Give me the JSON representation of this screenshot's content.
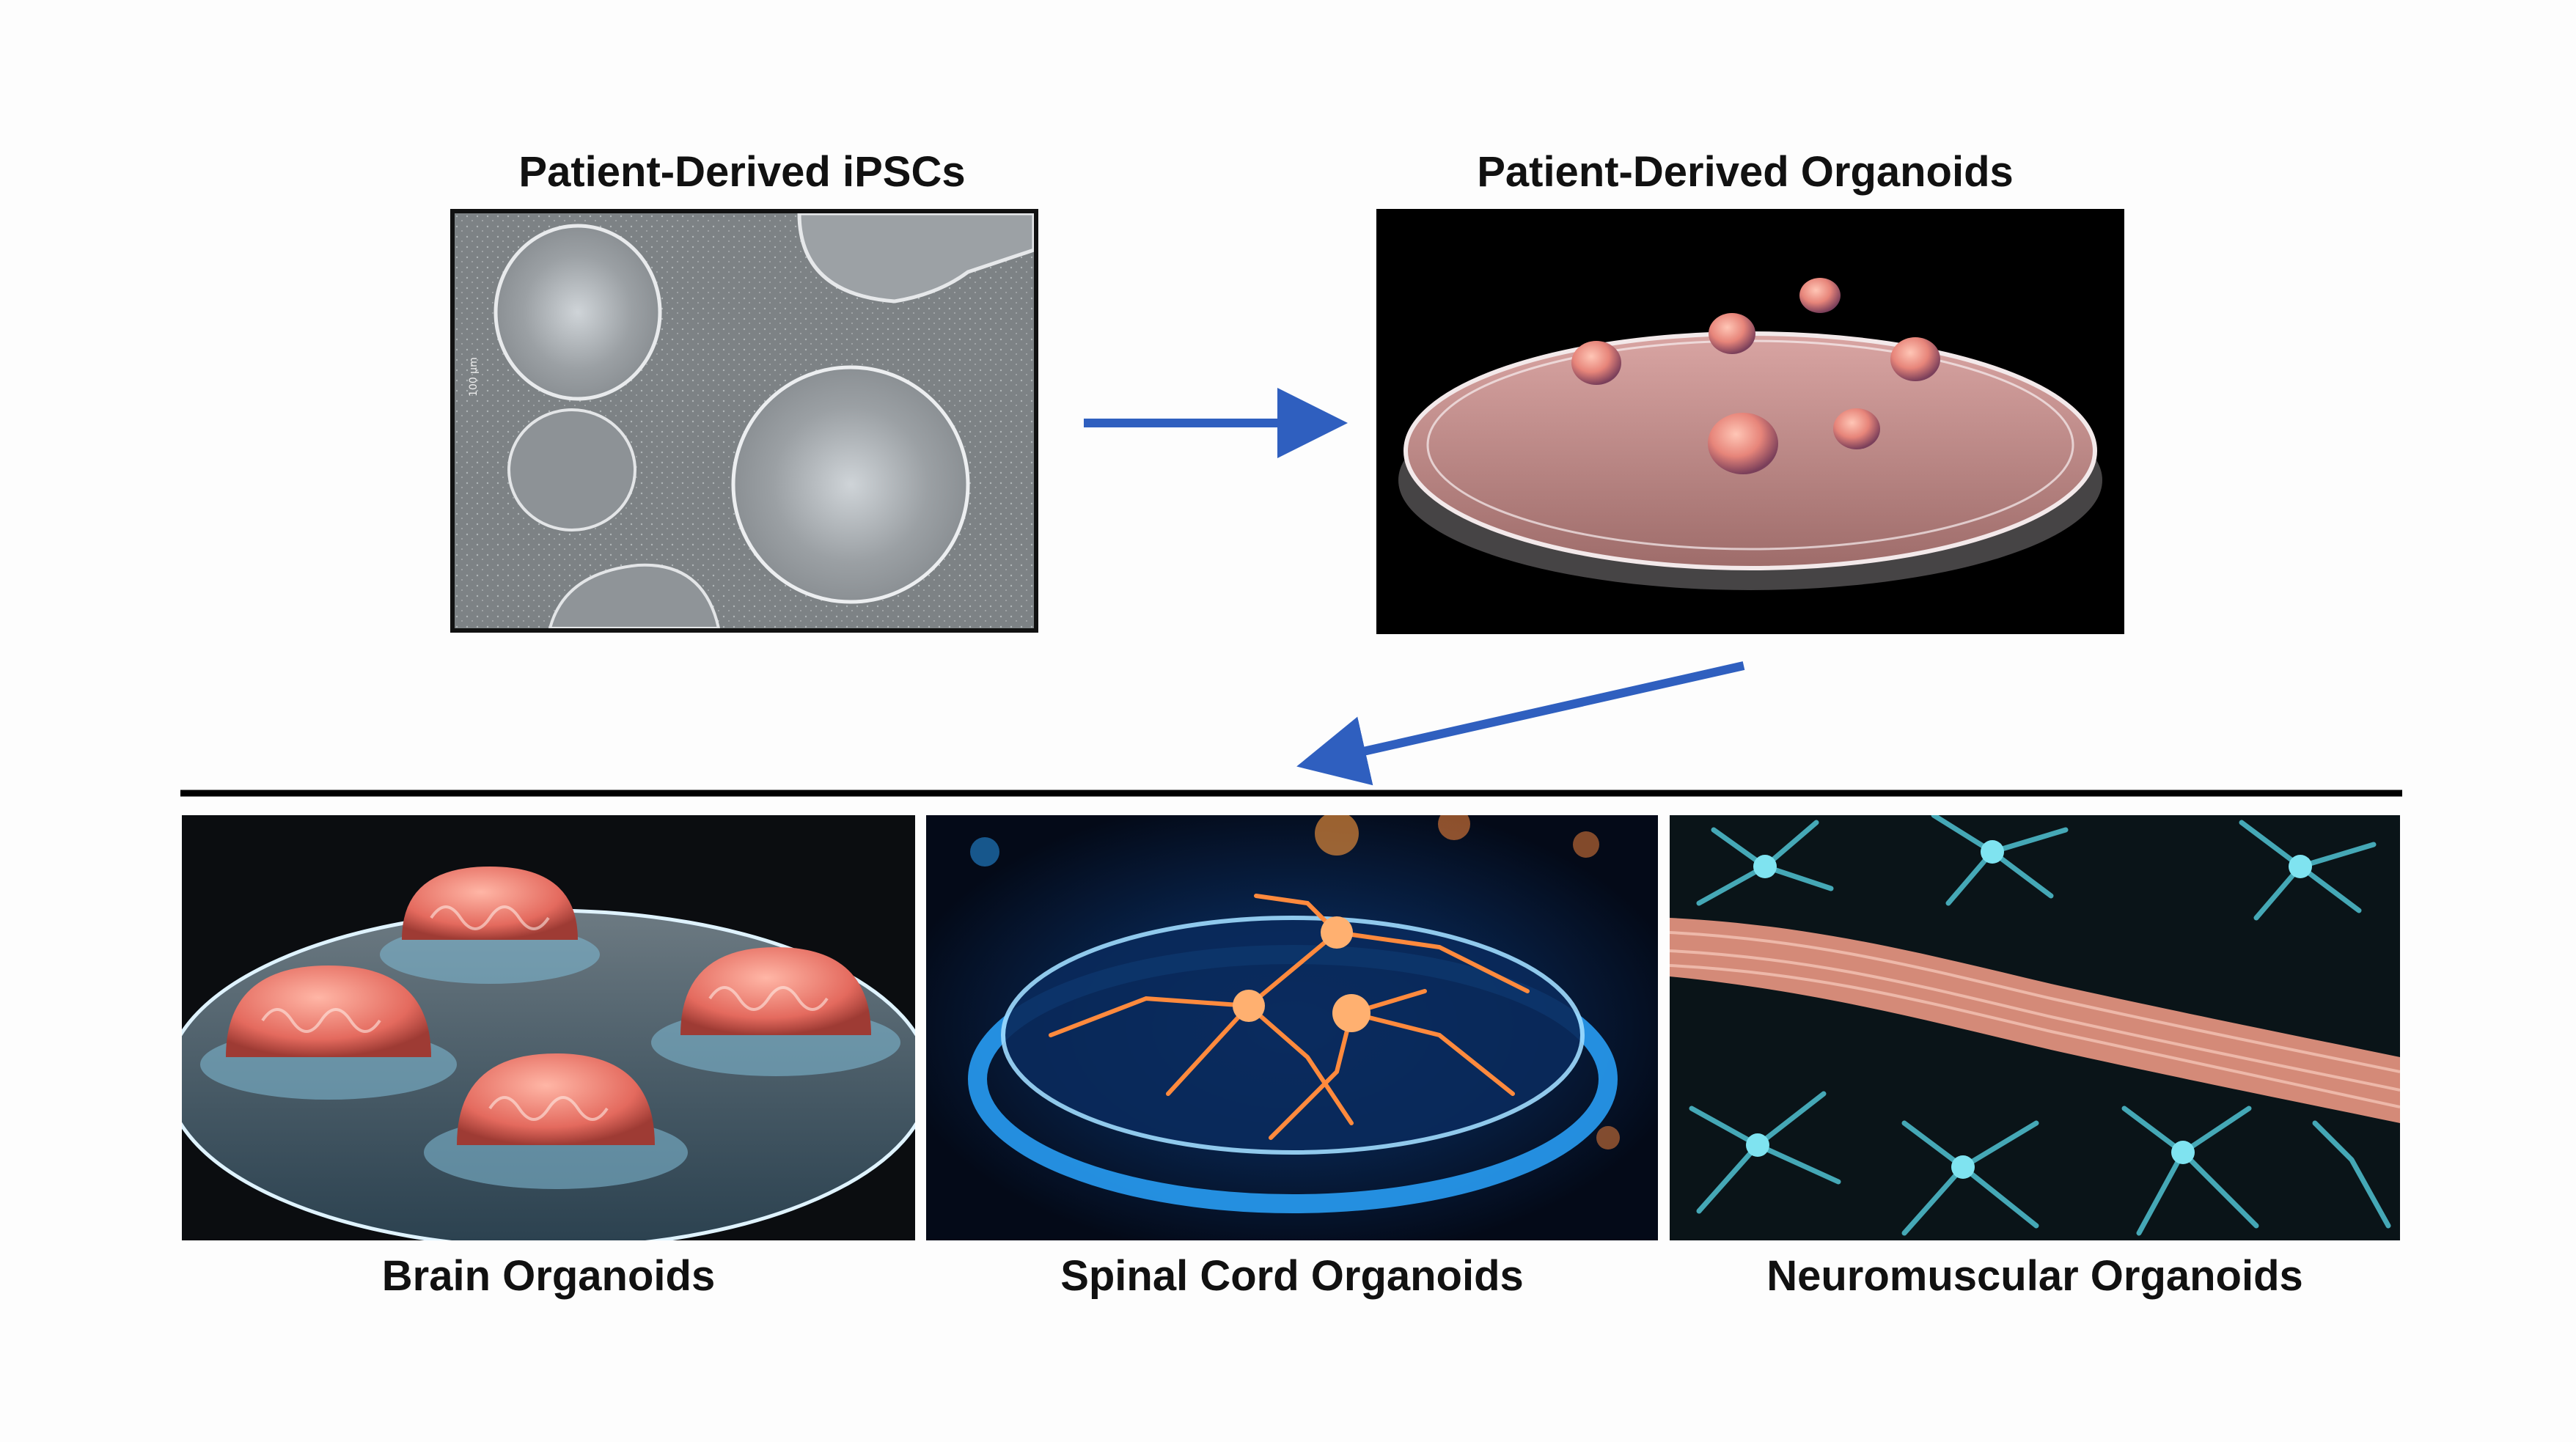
{
  "top": {
    "ipsc_title": "Patient-Derived iPSCs",
    "ipsc_scale": "100 µm",
    "organoid_title": "Patient-Derived Organoids"
  },
  "bottom": {
    "panels": [
      {
        "label": "Brain Organoids"
      },
      {
        "label": "Spinal Cord Organoids"
      },
      {
        "label": "Neuromuscular Organoids"
      }
    ]
  },
  "colors": {
    "arrow": "#2f5fbf",
    "divider": "#000000",
    "ipsc_bg": "#7d8285",
    "organoid_bg": "#000000",
    "brain_tissue": "#e46a5e",
    "spinal_glow": "#ff8a3d",
    "dish_glow": "#2aa4ff",
    "neuron_cyan": "#4bb8c8",
    "muscle_pink": "#d48a78"
  },
  "icons": {
    "flow_arrow_1": "arrow-right-icon",
    "flow_arrow_2": "arrow-down-left-icon"
  }
}
